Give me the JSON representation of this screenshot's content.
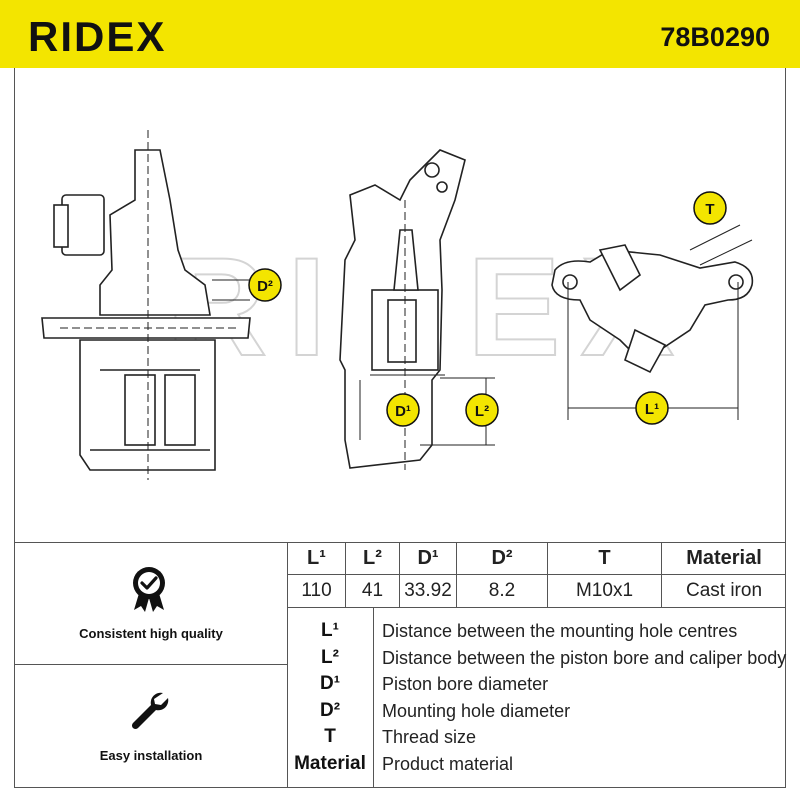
{
  "header": {
    "brand": "RIDEX",
    "part_number": "78B0290",
    "color": "#f3e500"
  },
  "drawing": {
    "watermark": "RIDEX",
    "callouts": {
      "d2": "D²",
      "d1": "D¹",
      "l2": "L²",
      "l1": "L¹",
      "t": "T"
    }
  },
  "features": [
    {
      "icon": "quality-badge-icon",
      "label": "Consistent high quality"
    },
    {
      "icon": "wrench-icon",
      "label": "Easy installation"
    }
  ],
  "spec_table": {
    "headers": [
      "L¹",
      "L²",
      "D¹",
      "D²",
      "T",
      "Material"
    ],
    "values": [
      "110",
      "41",
      "33.92",
      "8.2",
      "M10x1",
      "Cast iron"
    ]
  },
  "legend": [
    {
      "key": "L¹",
      "desc": "Distance between the mounting hole centres"
    },
    {
      "key": "L²",
      "desc": "Distance between the piston bore and caliper body"
    },
    {
      "key": "D¹",
      "desc": "Piston bore diameter"
    },
    {
      "key": "D²",
      "desc": "Mounting hole diameter"
    },
    {
      "key": "T",
      "desc": "Thread size"
    },
    {
      "key": "Material",
      "desc": "Product material"
    }
  ]
}
